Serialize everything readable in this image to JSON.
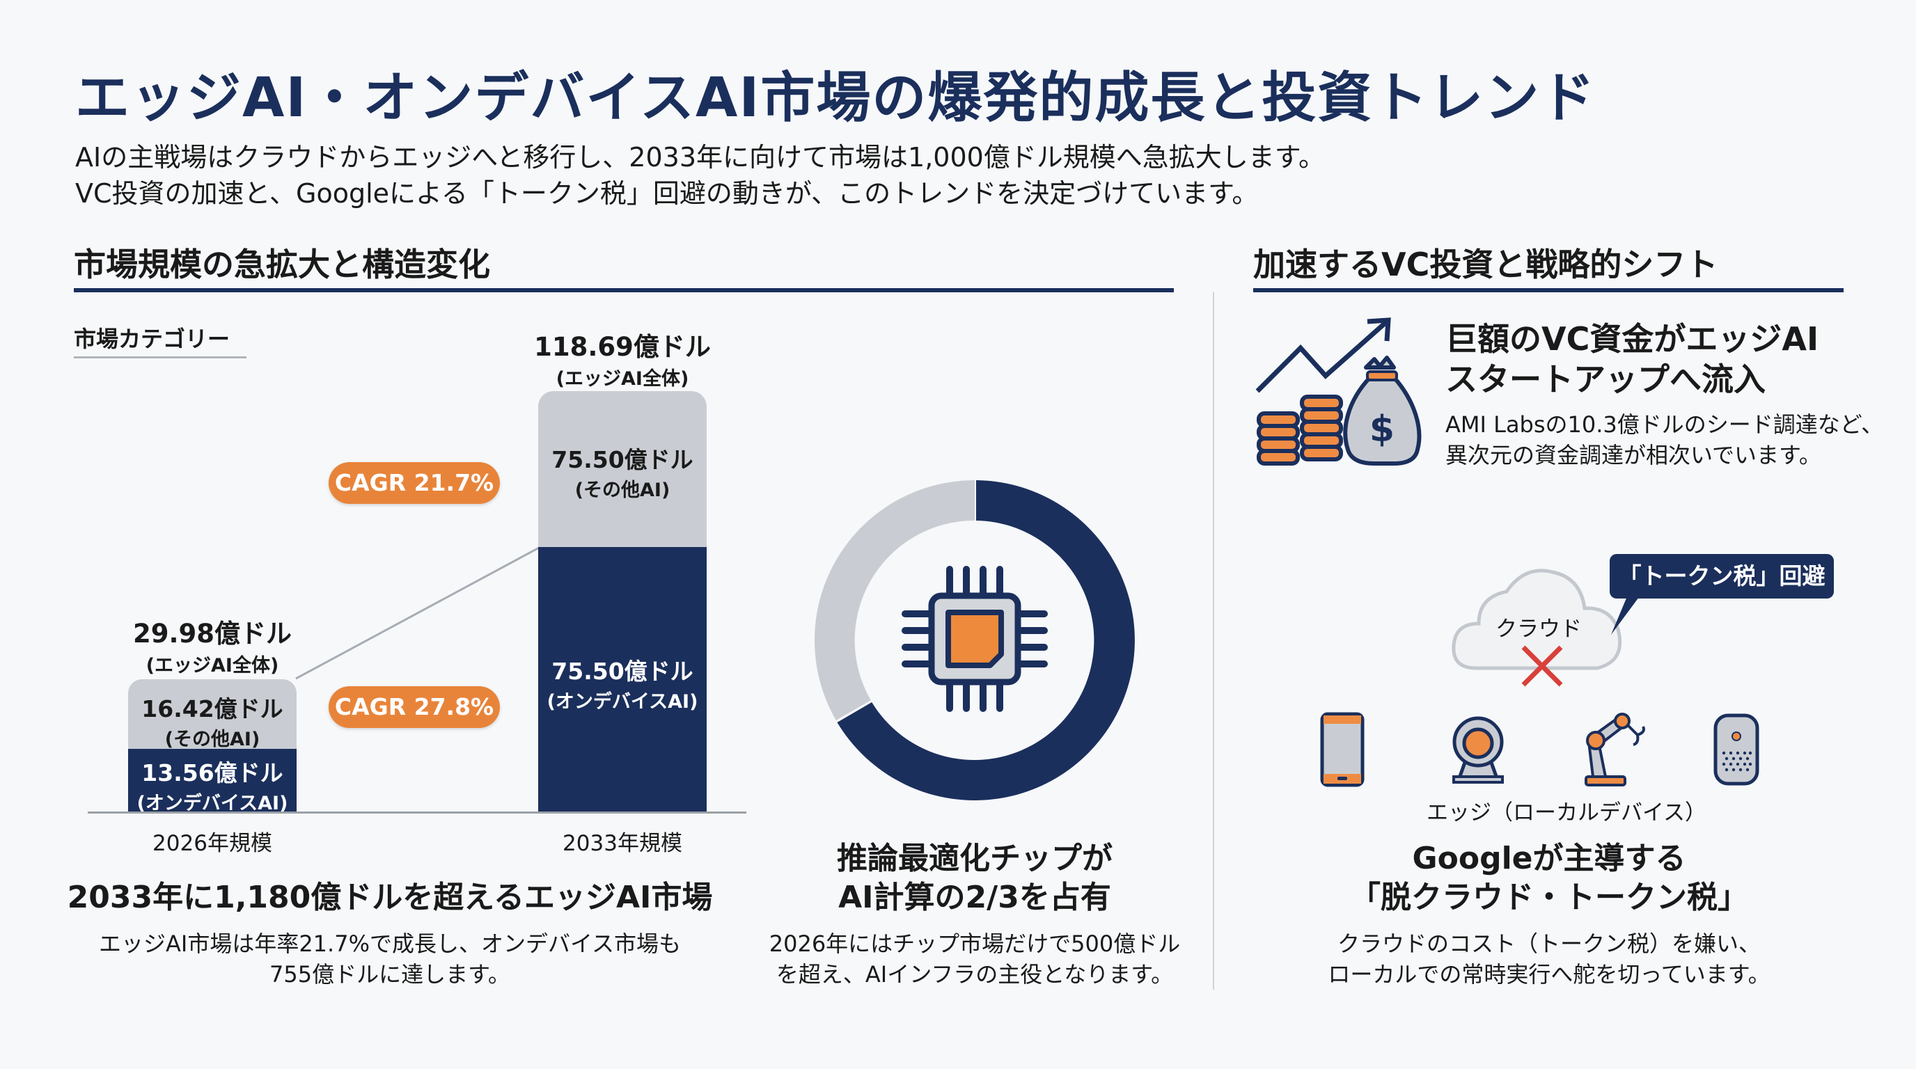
{
  "header": {
    "title": "エッジAI・オンデバイスAI市場の爆発的成長と投資トレンド",
    "subtitle_lines": [
      "AIの主戦場はクラウドからエッジへと移行し、2033年に向けて市場は1,000億ドル規模へ急拡大します。",
      "VC投資の加速と、Googleによる「トークン税」回避の動きが、このトレンドを決定づけています。"
    ]
  },
  "left_section": {
    "heading": "市場規模の急拡大と構造変化",
    "category_label": "市場カテゴリー",
    "bars": [
      {
        "year_label": "2026年規模",
        "total_value": "29.98億ドル",
        "total_sub": "(エッジAI全体)",
        "other_value": "16.42億ドル",
        "other_sub": "(その他AI)",
        "ondevice_value": "13.56億ドル",
        "ondevice_sub": "(オンデバイスAI)"
      },
      {
        "year_label": "2033年規模",
        "total_value": "118.69億ドル",
        "total_sub": "(エッジAI全体)",
        "other_value": "75.50億ドル",
        "other_sub": "(その他AI)",
        "ondevice_value": "75.50億ドル",
        "ondevice_sub": "(オンデバイスAI)"
      }
    ],
    "cagr_total": "CAGR 21.7%",
    "cagr_ondevice": "CAGR 27.8%",
    "caption_heading": "2033年に1,180億ドルを超えるエッジAI市場",
    "caption_body_lines": [
      "エッジAI市場は年率21.7%で成長し、オンデバイス市場も",
      "755億ドルに達します。"
    ]
  },
  "donut_section": {
    "icon": "chip-icon",
    "share_navy": 0.667,
    "share_gray": 0.333,
    "caption_heading_lines": [
      "推論最適化チップが",
      "AI計算の2/3を占有"
    ],
    "caption_body_lines": [
      "2026年にはチップ市場だけで500億ドル",
      "を超え、AIインフラの主役となります。"
    ]
  },
  "right_section": {
    "heading": "加速するVC投資と戦略的シフト",
    "vc": {
      "icon": "money-growth-icon",
      "heading_lines": [
        "巨額のVC資金がエッジAI",
        "スタートアップへ流入"
      ],
      "body_lines": [
        "AMI Labsの10.3億ドルのシード調達など、",
        "異次元の資金調達が相次いでいます。"
      ]
    },
    "cloud": {
      "bubble_text": "「トークン税」回避",
      "cloud_label": "クラウド",
      "devices": [
        "smartphone-icon",
        "webcam-icon",
        "robot-arm-icon",
        "smart-speaker-icon"
      ],
      "edge_label": "エッジ（ローカルデバイス）"
    },
    "caption_heading_lines": [
      "Googleが主導する",
      "「脱クラウド・トークン税」"
    ],
    "caption_body_lines": [
      "クラウドのコスト（トークン税）を嫌い、",
      "ローカルでの常時実行へ舵を切っています。"
    ]
  },
  "colors": {
    "navy": "#1b2f5c",
    "gray": "#c9cdd3",
    "orange": "#e8843a",
    "red_x": "#d9403a",
    "background": "#f6f8fa"
  },
  "chart_data": [
    {
      "type": "bar",
      "title": "市場規模の急拡大と構造変化",
      "stacked": true,
      "categories": [
        "2026年規模",
        "2033年規模"
      ],
      "series": [
        {
          "name": "オンデバイスAI",
          "values": [
            13.56,
            75.5
          ]
        },
        {
          "name": "その他AI",
          "values": [
            16.42,
            75.5
          ]
        }
      ],
      "totals": [
        29.98,
        118.69
      ],
      "unit": "億ドル",
      "annotations": [
        "CAGR 21.7% (エッジAI全体)",
        "CAGR 27.8% (オンデバイスAI)"
      ],
      "xlabel": "",
      "ylabel": "市場カテゴリー"
    },
    {
      "type": "pie",
      "title": "推論最適化チップがAI計算の2/3を占有",
      "categories": [
        "推論最適化チップ",
        "その他"
      ],
      "values": [
        66.7,
        33.3
      ],
      "donut": true
    }
  ]
}
